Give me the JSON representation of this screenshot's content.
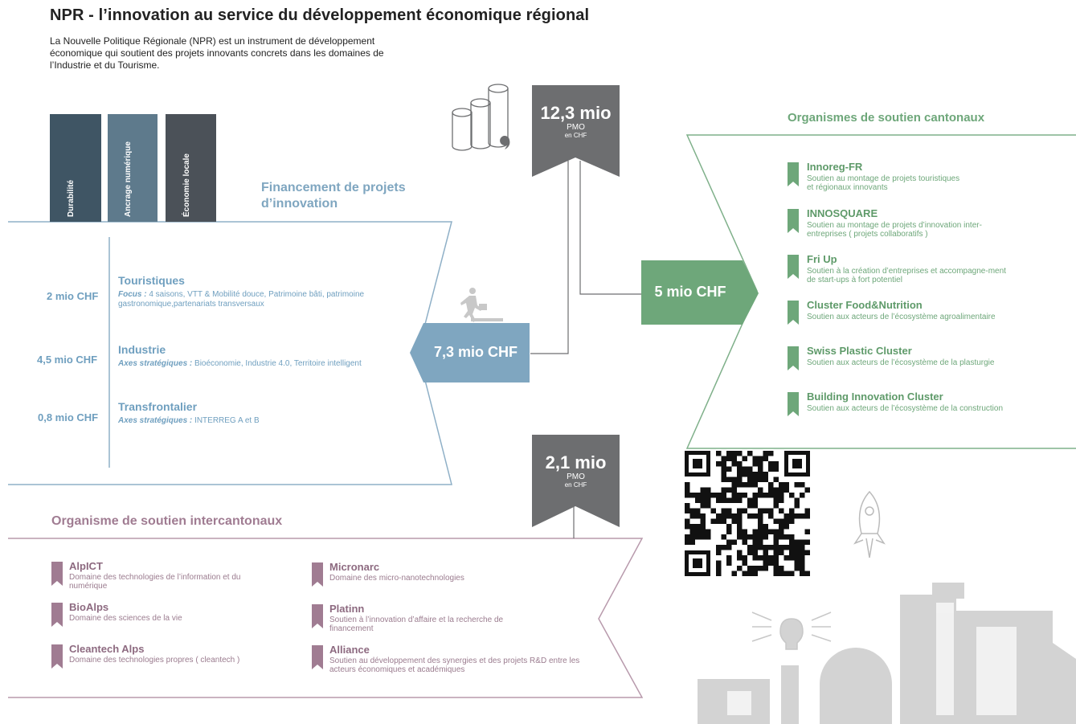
{
  "header": {
    "title": "NPR - l’innovation au service du développement économique régional",
    "intro": "La Nouvelle Politique Régionale (NPR) est un instrument de développement économique qui soutient des projets innovants concrets dans les domaines de l’Industrie et du Tourisme."
  },
  "pillars": [
    "Durabilité",
    "Ancrage numérique",
    "Économie locale"
  ],
  "financement": {
    "title_line1": "Financement de projets",
    "title_line2": "d’innovation",
    "total": "7,3 mio CHF",
    "categories": [
      {
        "amount": "2 mio CHF",
        "title": "Touristiques",
        "prefix": "Focus :",
        "desc": " 4 saisons, VTT & Mobilité douce, Patrimoine bâti, patrimoine gastronomique,partenariats transversaux"
      },
      {
        "amount": "4,5 mio CHF",
        "title": "Industrie",
        "prefix": "Axes stratégiques :",
        "desc": " Bioéconomie, Industrie 4.0, Territoire intelligent"
      },
      {
        "amount": "0,8 mio CHF",
        "title": "Transfrontalier",
        "prefix": "Axes stratégiques :",
        "desc": " INTERREG A et B"
      }
    ]
  },
  "badges": {
    "top": {
      "value": "12,3 mio",
      "line1": "PMO",
      "line2": "en CHF"
    },
    "bottom": {
      "value": "2,1 mio",
      "line1": "PMO",
      "line2": "en CHF"
    }
  },
  "cantonal": {
    "title": "Organismes de soutien cantonaux",
    "amount": "5 mio CHF",
    "items": [
      {
        "name": "Innoreg-FR",
        "desc": "Soutien au montage de projets touristiques et régionaux innovants"
      },
      {
        "name": "INNOSQUARE",
        "desc": "Soutien au montage de projets d’innovation inter-entreprises ( projets collaboratifs )"
      },
      {
        "name": "Fri Up",
        "desc": "Soutien à la création d’entreprises et accompagne-ment de start-ups à fort potentiel"
      },
      {
        "name": "Cluster Food&Nutrition",
        "desc": "Soutien aux acteurs de l’écosystème agroalimentaire"
      },
      {
        "name": "Swiss Plastic Cluster",
        "desc": "Soutien aux acteurs de l’écosystème de la plasturgie"
      },
      {
        "name": "Building Innovation Cluster",
        "desc": "Soutien aux acteurs de l’écosystème de la construction"
      }
    ]
  },
  "intercantonal": {
    "title": "Organisme de soutien intercantonaux",
    "items": [
      {
        "name": "AlpICT",
        "desc": "Domaine des technologies de l’information et du numérique"
      },
      {
        "name": "BioAlps",
        "desc": "Domaine des sciences de la vie"
      },
      {
        "name": "Cleantech Alps",
        "desc": "Domaine des technologies propres ( cleantech )"
      },
      {
        "name": "Micronarc",
        "desc": "Domaine des micro-nanotechnologies"
      },
      {
        "name": "Platinn",
        "desc": "Soutien à l’innovation d’affaire et la recherche de financement"
      },
      {
        "name": "Alliance",
        "desc": "Soutien au développement des synergies et des projets R&D entre les acteurs économiques et académiques"
      }
    ]
  },
  "colors": {
    "blue": "#7fa6c0",
    "green": "#6ea77a",
    "purple": "#a07c92",
    "dark_gray": "#6d6e70",
    "light_gray": "#d3d3d3"
  }
}
